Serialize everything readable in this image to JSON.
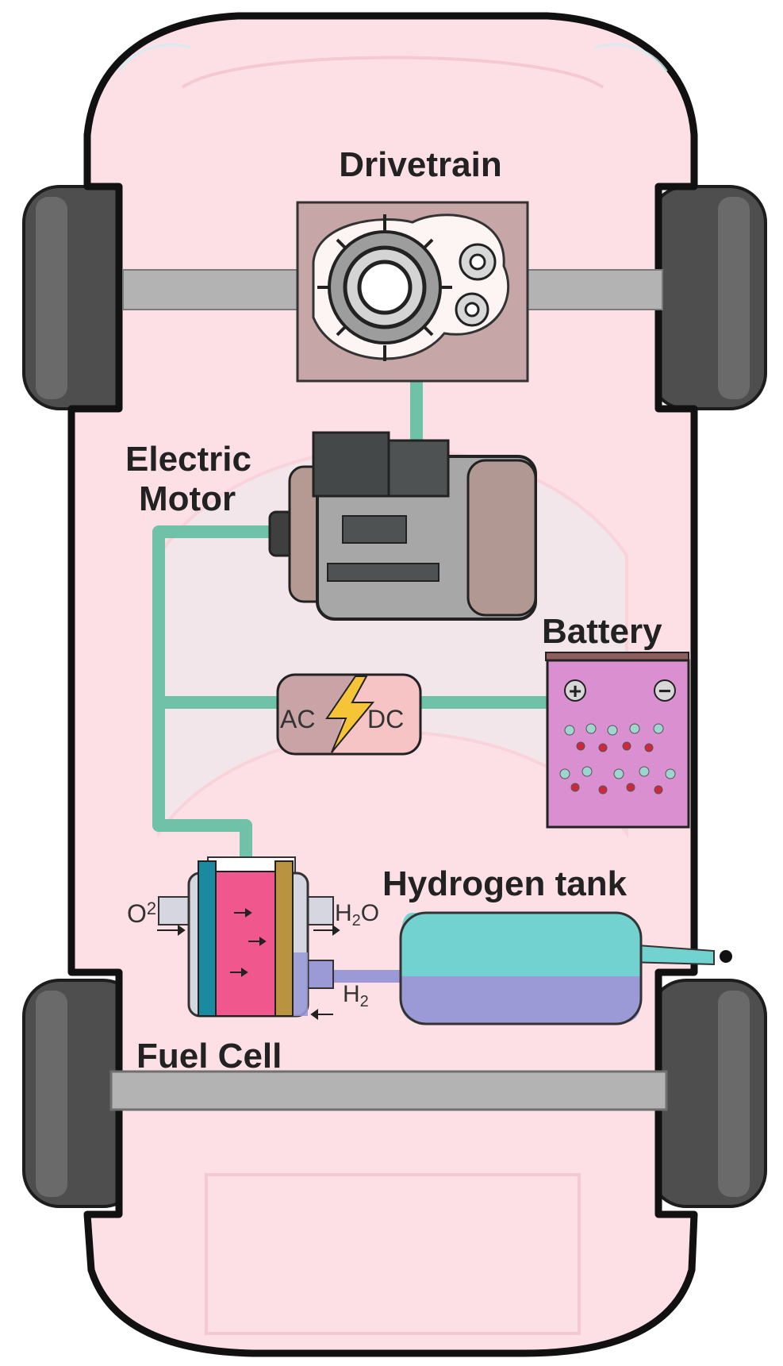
{
  "labels": {
    "drivetrain": "Drivetrain",
    "electric_motor_line1": "Electric",
    "electric_motor_line2": "Motor",
    "battery": "Battery",
    "hydrogen_tank": "Hydrogen tank",
    "fuel_cell": "Fuel Cell",
    "converter_ac": "AC",
    "converter_dc": "DC",
    "battery_plus": "+",
    "battery_minus": "−",
    "o2_base": "O",
    "o2_sub": "2",
    "h2o_h": "H",
    "h2o_sub": "2",
    "h2o_o": "O",
    "h2_h": "H",
    "h2_sub": "2"
  },
  "colors": {
    "car_body": "#fde0e6",
    "car_outline": "#111111",
    "wire": "#6fc2a8",
    "tire": "#4e4e4e",
    "axle": "#b3b3b3",
    "drivetrain_box": "#c7a6a8",
    "battery": "#d98fd0",
    "tank_top": "#71d2cf",
    "tank_bottom": "#9b9ad6",
    "fuel_cell_red": "#f0588d",
    "fuel_cell_teal": "#1a8aa0",
    "fuel_cell_gold": "#b99340",
    "bolt": "#f5c537"
  }
}
